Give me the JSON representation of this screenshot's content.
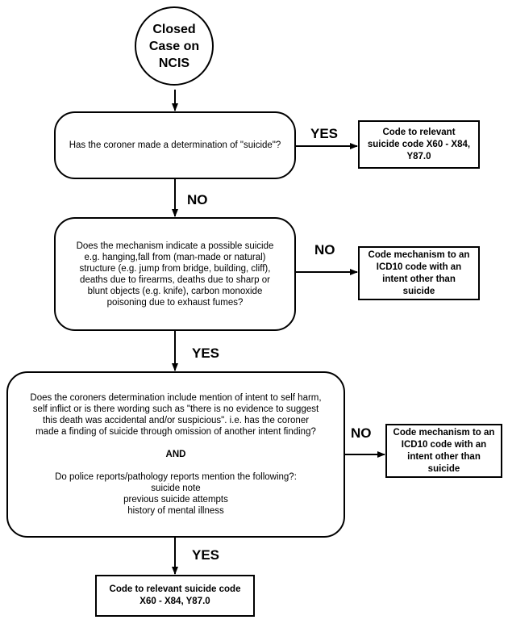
{
  "start": {
    "lines": [
      "Closed",
      "Case on",
      "NCIS"
    ]
  },
  "q1": {
    "text": "Has the coroner made a determination of \"suicide\"?",
    "yes_label": "YES",
    "yes_result": [
      "Code to relevant",
      "suicide code X60 - X84,",
      "Y87.0"
    ],
    "no_label": "NO"
  },
  "q2": {
    "lines": [
      "Does the mechanism indicate a possible suicide",
      "e.g.  hanging,fall from (man-made or natural)",
      "structure (e.g. jump from bridge, building, cliff),",
      "deaths due to firearms, deaths due to sharp or",
      "blunt objects (e.g. knife), carbon monoxide",
      "poisoning due to exhaust fumes?"
    ],
    "no_label": "NO",
    "no_result": [
      "Code mechanism to an",
      "ICD10 code with an",
      "intent other than",
      "suicide"
    ],
    "yes_label": "YES"
  },
  "q3": {
    "lines_a": [
      "Does the coroners determination include mention of intent to self harm,",
      "self inflict or is there wording such as  \"there is no evidence to suggest",
      "this death was accidental and/or suspicious\".  i.e. has the coroner",
      "made a finding of suicide through omission of another intent finding?"
    ],
    "and_label": "AND",
    "lines_b": [
      "Do police reports/pathology reports mention the following?:",
      "suicide note",
      "previous suicide attempts",
      "history of mental illness"
    ],
    "no_label": "NO",
    "no_result": [
      "Code mechanism to an",
      "ICD10 code with an",
      "intent other than",
      "suicide"
    ],
    "yes_label": "YES"
  },
  "final": {
    "lines": [
      "Code to relevant suicide code",
      "X60 - X84, Y87.0"
    ]
  }
}
